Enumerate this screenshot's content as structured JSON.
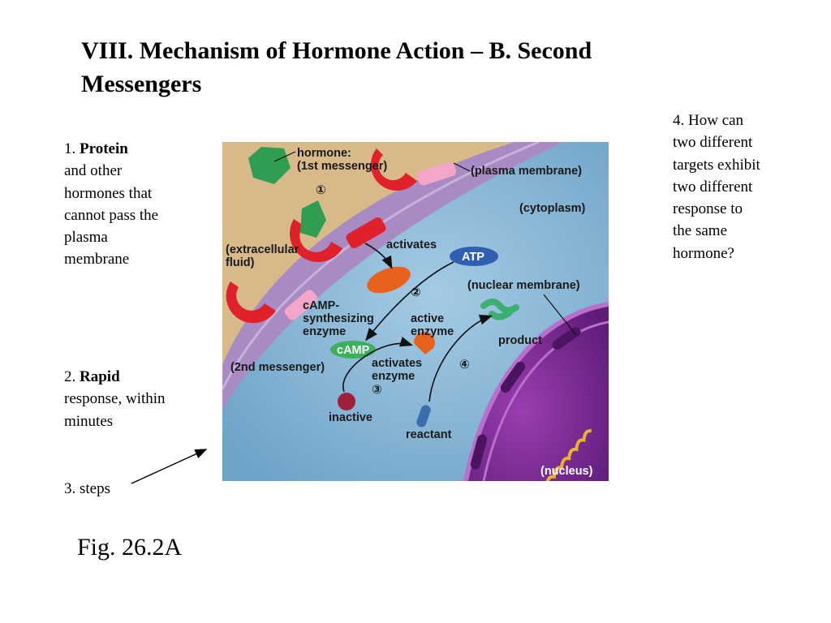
{
  "title": "VIII. Mechanism of Hormone Action – B. Second Messengers",
  "notes": {
    "protein": {
      "number": "1.",
      "bold": "Protein",
      "rest": "and other hormones that cannot pass the plasma membrane"
    },
    "rapid": {
      "number": "2.",
      "bold": "Rapid",
      "rest": "response, within minutes"
    },
    "steps": {
      "text": "3. steps"
    },
    "question": {
      "text": "4. How can two different targets exhibit two different response to the same hormone?"
    }
  },
  "caption": "Fig. 26.2A",
  "diagram": {
    "labels": {
      "hormone_line1": "hormone:",
      "hormone_line2": "(1st messenger)",
      "plasma_membrane": "(plasma membrane)",
      "cytoplasm": "(cytoplasm)",
      "extracellular_line1": "(extracellular",
      "extracellular_line2": "fluid)",
      "activates_1": "activates",
      "atp": "ATP",
      "camp_enzyme_line1": "cAMP-",
      "camp_enzyme_line2": "synthesizing",
      "camp_enzyme_line3": "enzyme",
      "nuclear_membrane": "(nuclear membrane)",
      "active_line1": "active",
      "active_line2": "enzyme",
      "product": "product",
      "camp": "cAMP",
      "second_messenger": "(2nd messenger)",
      "activates_enzyme_line1": "activates",
      "activates_enzyme_line2": "enzyme",
      "inactive": "inactive",
      "reactant": "reactant",
      "nucleus": "(nucleus)"
    },
    "steps": [
      "①",
      "②",
      "③",
      "④"
    ],
    "colors": {
      "extracellular": "#d8b98a",
      "membrane": "#a98bc4",
      "cytoplasm": "#8cb8d6",
      "nucleus": "#7b2a92",
      "receptor": "#e0202a",
      "hormone": "#2f9e52",
      "enzyme": "#e8621e",
      "atp": "#2f5fb0",
      "camp": "#3cb05a",
      "inactive": "#a0203a",
      "reactant": "#3a6eb0",
      "product": "#3cb070",
      "dna": "#e8b430"
    }
  }
}
